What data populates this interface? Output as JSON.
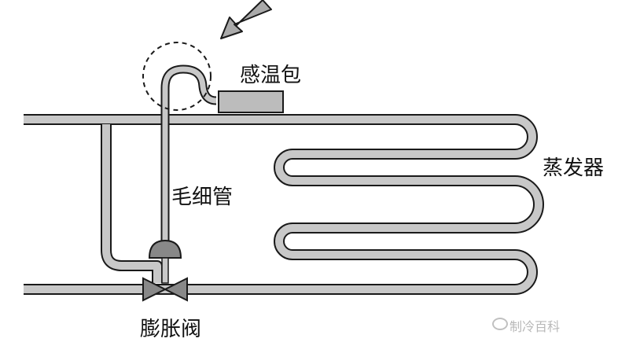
{
  "labels": {
    "bulb": "感温包",
    "evaporator": "蒸发器",
    "capillary": "毛细管",
    "valve": "膨胀阀",
    "watermark": "制冷百科"
  },
  "colors": {
    "pipe_fill": "#c8c8c8",
    "outline": "#1a1a1a",
    "bulb_fill": "#bcbcbc",
    "arrow_fill": "#aaaaaa",
    "valve_fill": "#888888"
  },
  "icons": [
    "arrow-icon",
    "valve-icon",
    "watermark-icon"
  ]
}
